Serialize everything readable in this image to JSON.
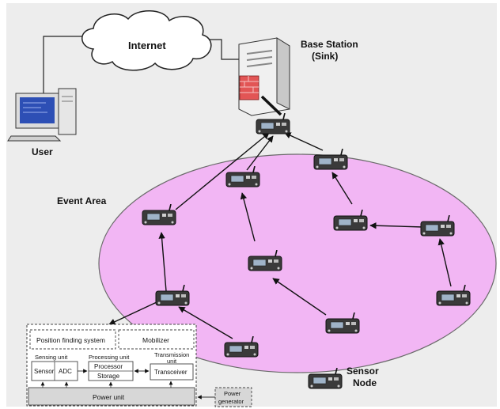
{
  "labels": {
    "internet": "Internet",
    "base_station_line1": "Base Station",
    "base_station_line2": "(Sink)",
    "user": "User",
    "event_area": "Event Area",
    "sensor_node_line1": "Sensor",
    "sensor_node_line2": "Node"
  },
  "node_block": {
    "position_finding": "Position finding system",
    "mobilizer": "Mobilizer",
    "sensing_unit": "Sensing unit",
    "processing_unit": "Processing unit",
    "transmission_unit_line1": "Transmission",
    "transmission_unit_line2": "unit",
    "sensor": "Sensor",
    "adc": "ADC",
    "processor": "Processor",
    "storage": "Storage",
    "transceiver": "Transceiver",
    "power_unit": "Power unit",
    "power_generator_line1": "Power",
    "power_generator_line2": "generator"
  },
  "colors": {
    "background": "#ededed",
    "event_area_fill": "#f2b6f4",
    "event_area_stroke": "#6a6a6a",
    "cloud_fill": "#ffffff",
    "arrow": "#111111",
    "firewall_brick": "#e25555",
    "monitor_screen": "#2d4fb5"
  },
  "icons": {
    "user": "desktop-computer-icon",
    "base_station": "server-icon",
    "firewall": "firewall-icon",
    "sensor_node": "sensor-node-icon",
    "cloud": "cloud-icon"
  }
}
